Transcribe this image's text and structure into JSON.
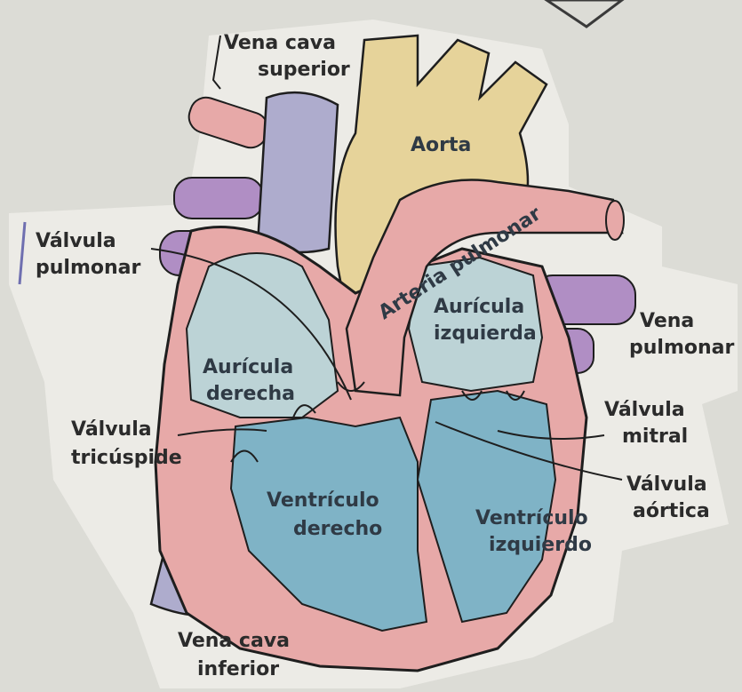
{
  "labels": {
    "vena_cava_superior": [
      "Vena cava",
      "superior"
    ],
    "aorta": "Aorta",
    "arteria_pulmonar": "Arteria pulmonar",
    "valvula_pulmonar": [
      "Válvula",
      "pulmonar"
    ],
    "auricula_izquierda": [
      "Aurícula",
      "izquierda"
    ],
    "vena_pulmonar": [
      "Vena",
      "pulmonar"
    ],
    "auricula_derecha": [
      "Aurícula",
      "derecha"
    ],
    "valvula_mitral": [
      "Válvula",
      "mitral"
    ],
    "valvula_tricuspide": [
      "Válvula",
      "tricúspide"
    ],
    "valvula_aortica": [
      "Válvula",
      "aórtica"
    ],
    "ventriculo_derecho": [
      "Ventrículo",
      "derecho"
    ],
    "ventriculo_izquierdo": [
      "Ventrículo",
      "izquierdo"
    ],
    "vena_cava_inferior": [
      "Vena cava",
      "inferior"
    ]
  },
  "colors": {
    "background": "#dcdcd6",
    "paper": "#ecebe6",
    "muscle_pink": "#e7a9a8",
    "aorta_yellow": "#e6d39a",
    "vena_cava_lavender": "#aeaccd",
    "pulmonary_vein_purple": "#b08ec4",
    "atrium_blue": "#bcd3d6",
    "ventricle_blue": "#7fb3c6",
    "outline": "#1e1e1e"
  }
}
